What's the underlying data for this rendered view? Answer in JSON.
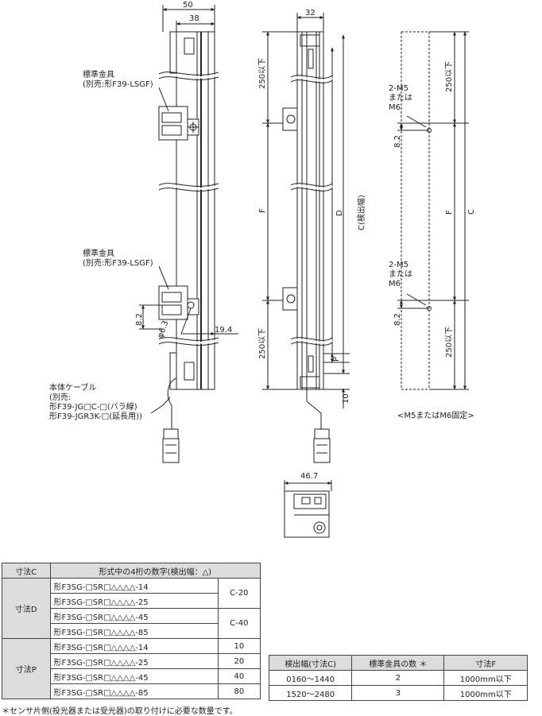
{
  "dims": {
    "w50": "50",
    "w38": "38",
    "w32": "32",
    "w46_7": "46.7",
    "d250_top_mid": "250以下",
    "d250_top_right": "250以下",
    "d250_bot_mid": "250以下",
    "d250_bot_right": "250以下",
    "f_mid": "F",
    "f_right": "F",
    "d_mid": "D",
    "c_detect": "C(検出幅)",
    "c_right": "C",
    "p": "P",
    "ten": "10",
    "d8_2_left": "8.2",
    "d8_2_right_top": "8.2",
    "d8_2_right_bot": "8.2",
    "phi6_3": "φ6.3",
    "d19_4": "19.4"
  },
  "notes": {
    "bracket_top_1": "標準金具",
    "bracket_top_2": "(別売:形F39-LSGF)",
    "bracket_bot_1": "標準金具",
    "bracket_bot_2": "(別売:形F39-LSGF)",
    "cable_1": "本体ケーブル",
    "cable_2": "(別売:",
    "cable_3": "形F39-JG□C-□(バラ線)",
    "cable_4": "形F39-JGR3K-□(延長用))",
    "m5_top_1": "2-M5",
    "m5_top_2": "または",
    "m5_top_3": "M6",
    "m5_bot_1": "2-M5",
    "m5_bot_2": "または",
    "m5_bot_3": "M6",
    "fix": "<M5またはM6固定>"
  },
  "table_c": {
    "h1": "寸法C",
    "h2": "形式中の4桁の数字(検出幅：△)",
    "d_label": "寸法D",
    "p_label": "寸法P",
    "rows": [
      "形F3SG-□SR□△△△△-14",
      "形F3SG-□SR□△△△△-25",
      "形F3SG-□SR□△△△△-45",
      "形F3SG-□SR□△△△△-85",
      "形F3SG-□SR□△△△△-14",
      "形F3SG-□SR□△△△△-25",
      "形F3SG-□SR□△△△△-45",
      "形F3SG-□SR□△△△△-85"
    ],
    "d_vals": [
      "C-20",
      "C-40"
    ],
    "p_vals": [
      "10",
      "20",
      "40",
      "80"
    ]
  },
  "table_f": {
    "h1": "検出幅(寸法C)",
    "h2": "標準金具の数 ＊",
    "h3": "寸法F",
    "r1c1": "0160～1440",
    "r1c2": "2",
    "r1c3": "1000mm以下",
    "r2c1": "1520～2480",
    "r2c2": "3",
    "r2c3": "1000mm以下"
  },
  "footnote": "＊センサ片側(投光器または受光器)の取り付けに必要な数量です。"
}
